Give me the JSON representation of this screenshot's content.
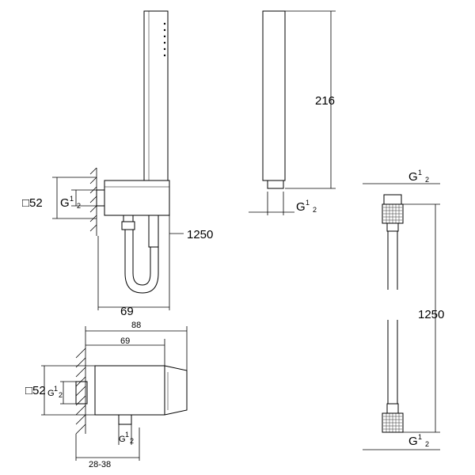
{
  "labels": {
    "top_square": "□52",
    "top_thread": "G",
    "top_thread_num": "1",
    "top_thread_den": "2",
    "top_width": "69",
    "top_hose_len": "1250",
    "side_height": "216",
    "side_thread": "G",
    "side_thread_num": "1",
    "side_thread_den": "2",
    "bottom_square": "□52",
    "bottom_thread": "G",
    "bottom_thread_num": "1",
    "bottom_thread_den": "2",
    "bottom_w88": "88",
    "bottom_w69": "69",
    "bottom_wall": "28-38",
    "hose_top_thread": "G",
    "hose_top_thread_num": "1",
    "hose_top_thread_den": "2",
    "hose_length": "1250",
    "hose_bottom_thread": "G",
    "hose_bottom_thread_num": "1",
    "hose_bottom_thread_den": "2"
  }
}
